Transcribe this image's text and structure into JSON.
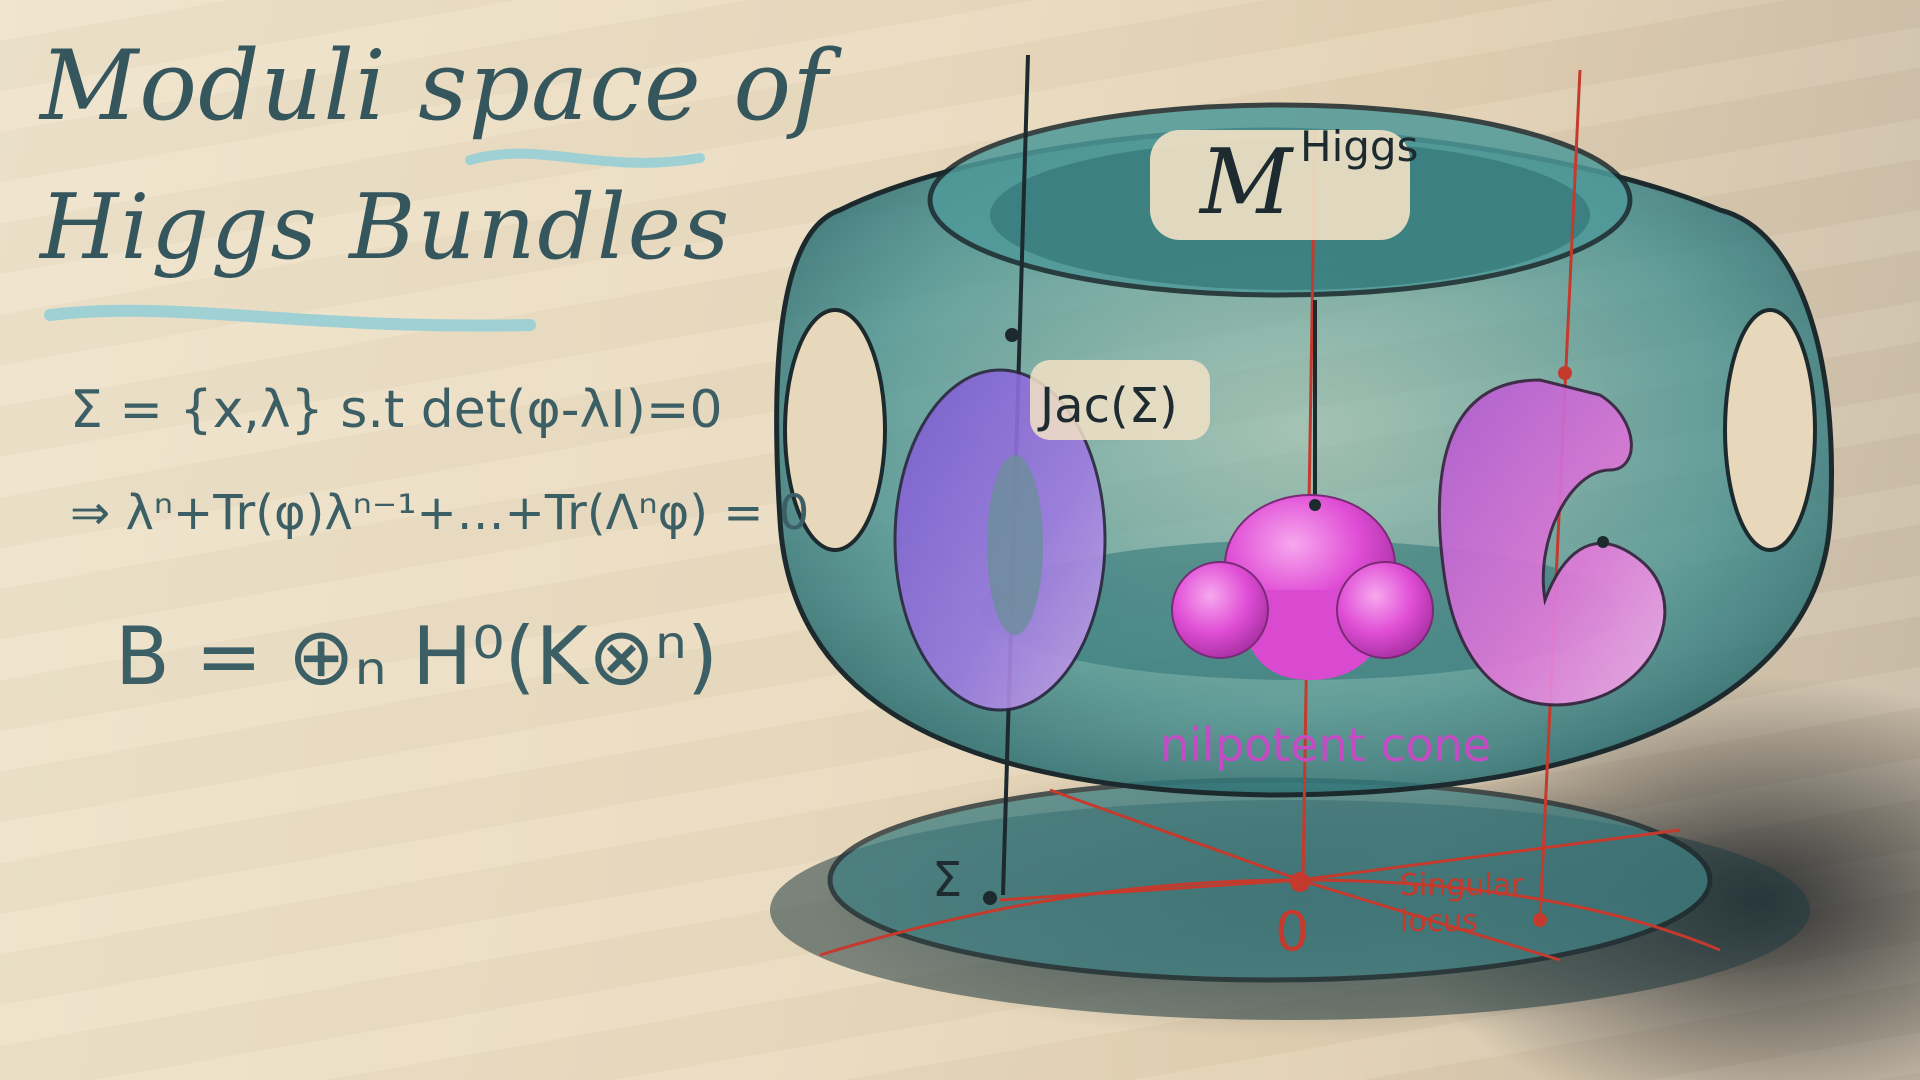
{
  "title": {
    "line1": "Moduli space of",
    "line2": "Higgs Bundles"
  },
  "equations": {
    "spectral_curve": "Σ = {x,λ} s.t det(φ-λI)=0",
    "characteristic_polynomial": "⇒ λⁿ+Tr(φ)λⁿ⁻¹+…+Tr(Λⁿφ) = 0",
    "hitchin_base": "B = ⊕ₙ H⁰(K⊗ⁿ)"
  },
  "labels": {
    "moduli_symbol": "M",
    "moduli_superscript": "Higgs",
    "jacobian": "Jac(Σ)",
    "nilpotent_cone": "nilpotent cone",
    "curve_point": "Σ",
    "origin": "0",
    "singular_locus": "Singular locus"
  },
  "colors": {
    "torus_teal": "#3f8e90",
    "fiber_purple": "#8e6ad8",
    "fiber_pink": "#e07ad8",
    "nilpotent_magenta": "#e04ed6",
    "red_lines": "#c43a2d",
    "ink": "#35565c"
  }
}
